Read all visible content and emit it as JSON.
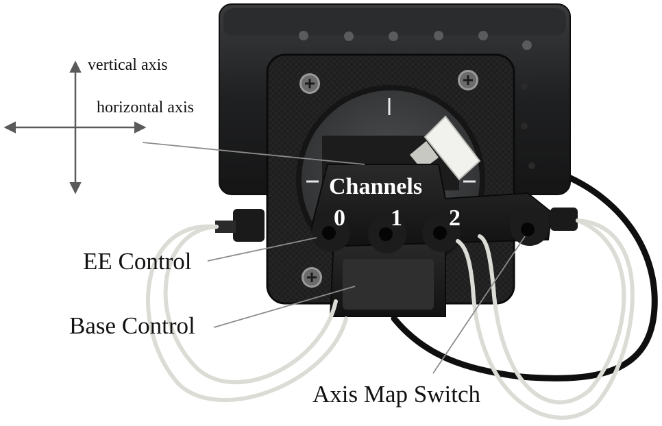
{
  "labels": {
    "vertical_axis": "vertical axis",
    "horizontal_axis": "horizontal axis",
    "channels_title": "Channels",
    "channel_numbers": [
      "0",
      "1",
      "2"
    ],
    "ee_control": "EE Control",
    "base_control": "Base Control",
    "axis_map_switch": "Axis Map Switch"
  },
  "colors": {
    "housing": "#1b1b1c",
    "plate": "#222223",
    "tube": "#dcdcd6",
    "cable": "#0f0f0f",
    "arrow": "#5a5a5a",
    "leader_line": "#8c8c8c"
  }
}
